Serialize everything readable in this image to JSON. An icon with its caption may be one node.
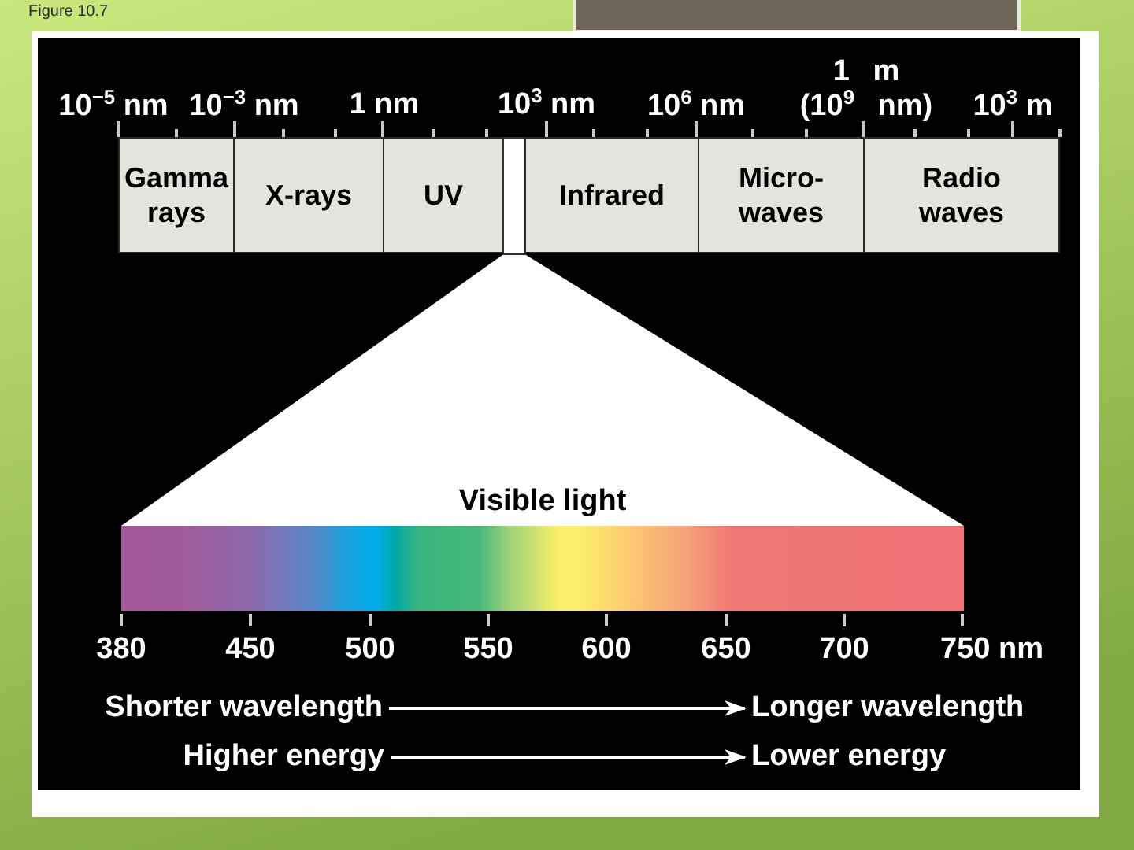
{
  "diagram": {
    "title": "Figure 10.7",
    "nodes": [
      {
        "text": [
          "Gamma rays"
        ]
      },
      {
        "text": [
          "X-rays"
        ]
      },
      {
        "text": [
          "UV"
        ]
      },
      {
        "text": [],
        "shape": "box"
      },
      {
        "text": [
          "Infrared"
        ]
      },
      {
        "text": [
          "Micro- waves"
        ]
      },
      {
        "text": [
          "Radio waves"
        ]
      },
      {
        "text": [
          "Visible light"
        ]
      },
      {
        "text": [],
        "shape": "bar"
      },
      {
        "text": [
          "Shorter wavelength"
        ]
      },
      {
        "text": [
          "Longer wavelength"
        ]
      },
      {
        "text": [
          "Higher energy"
        ]
      },
      {
        "text": [
          "Lower energy"
        ]
      }
    ],
    "edges": [
      {
        "from": 9,
        "to": 10,
        "arrow": "to"
      },
      {
        "from": 11,
        "to": 12,
        "arrow": "to"
      }
    ],
    "labels": [
      "10$^{−5}$ nm",
      "10$^{−3}$ nm",
      "1 nm",
      "10$^{3}$ nm",
      "10$^{6}$ nm",
      "1 m (10$^{9}$ nm)",
      "10$^{3}$ m",
      "380",
      "450",
      "500",
      "550",
      "600",
      "650",
      "700",
      "750 nm"
    ]
  }
}
